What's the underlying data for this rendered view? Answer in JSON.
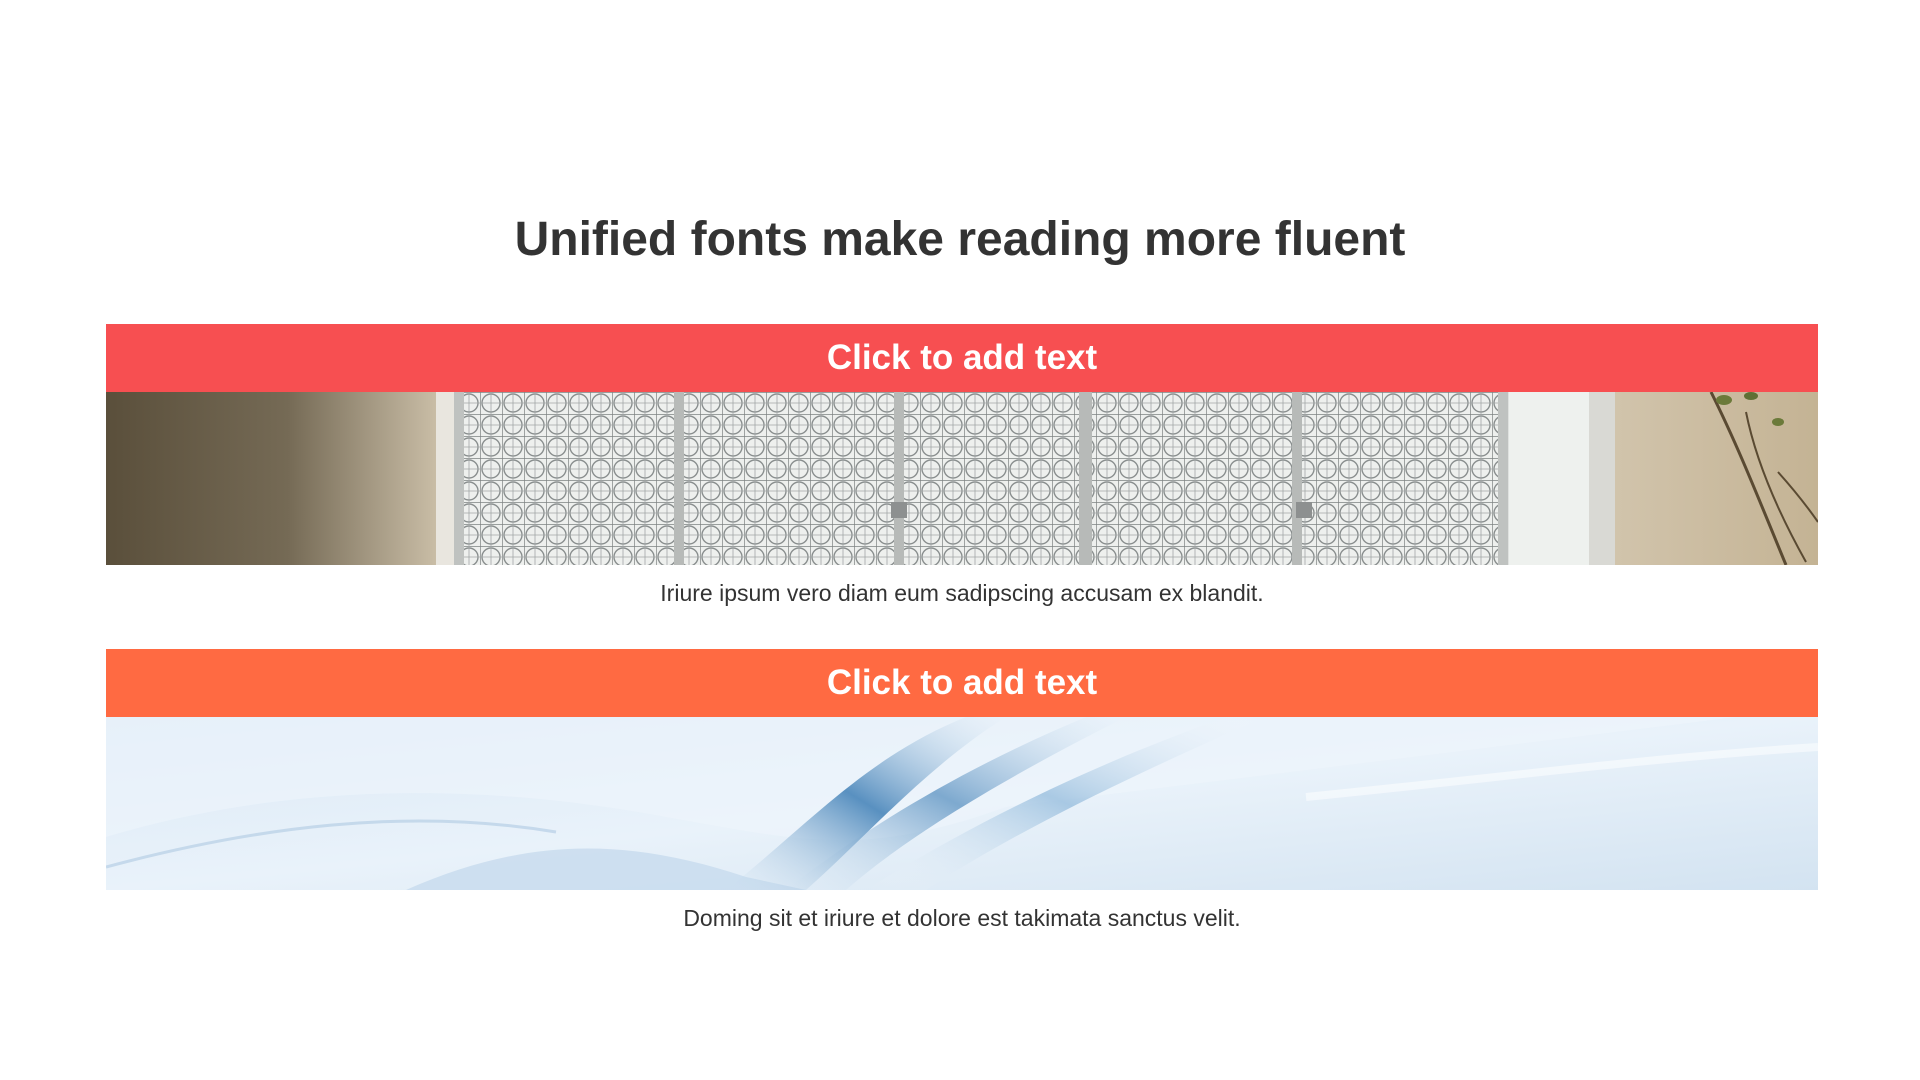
{
  "slide": {
    "title": "Unified fonts make reading more fluent",
    "sections": [
      {
        "banner_label": "Click to add text",
        "banner_color": "#f74f51",
        "image_icon": "window-screen-photo",
        "caption": "Iriure ipsum vero diam eum sadipscing accusam ex blandit."
      },
      {
        "banner_label": "Click to add text",
        "banner_color": "#ff6a42",
        "image_icon": "blue-wave-abstract-photo",
        "caption": "Doming sit et iriure et dolore est takimata sanctus velit."
      }
    ]
  }
}
